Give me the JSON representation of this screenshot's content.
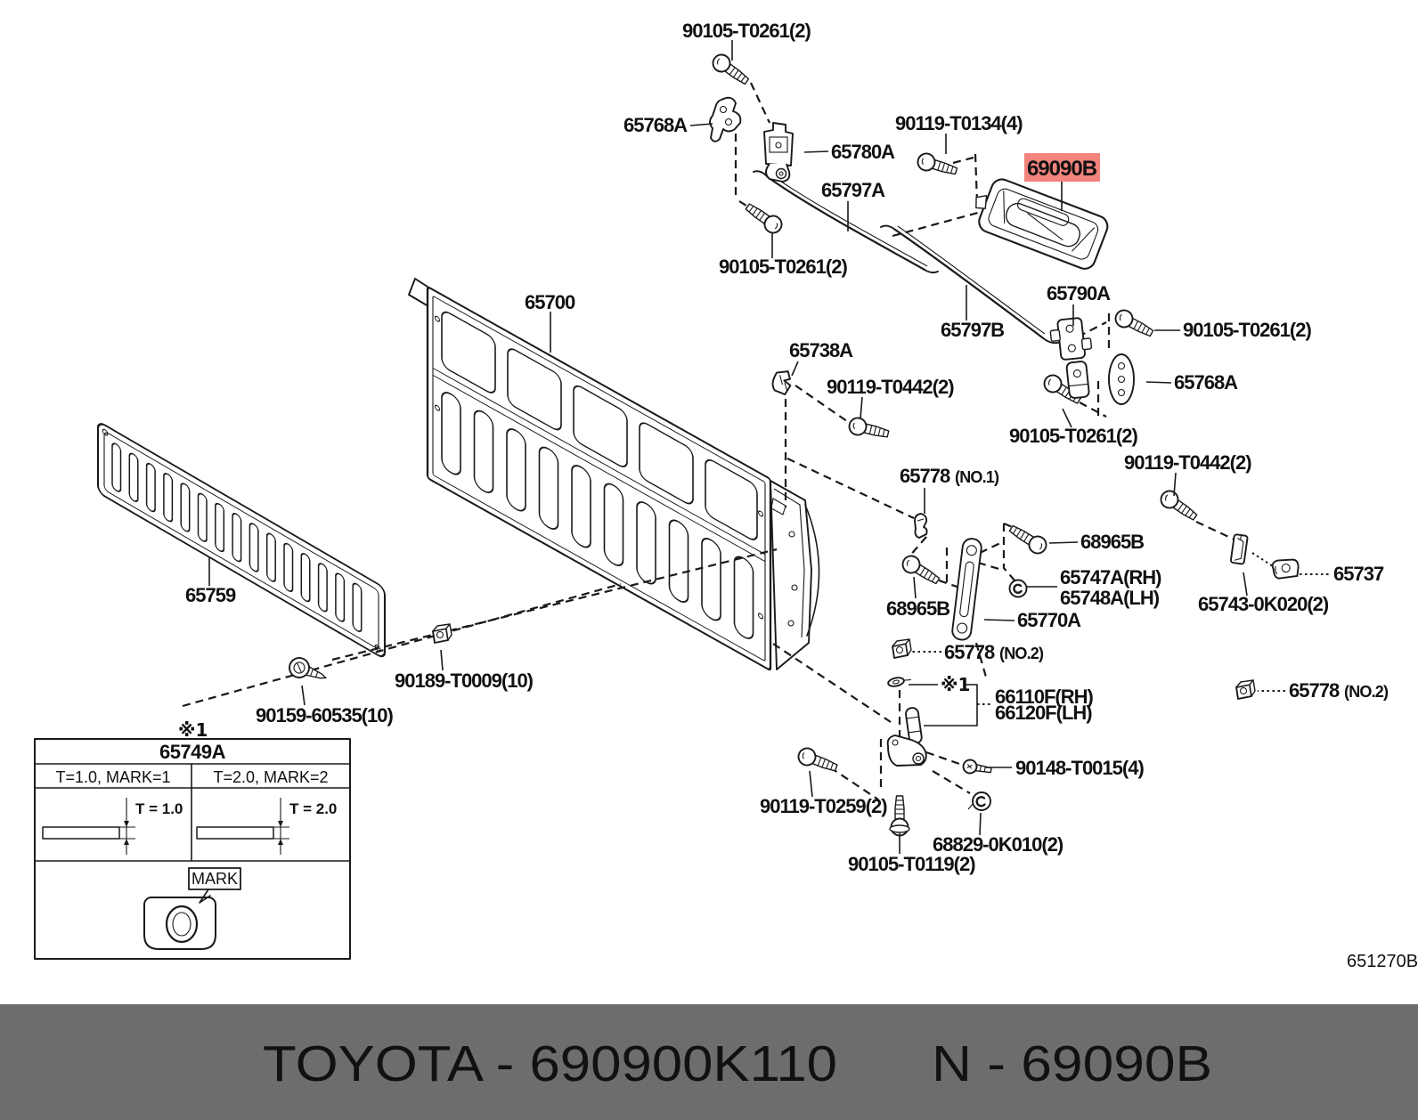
{
  "highlight": {
    "bg": "#f2837d",
    "fg": "#601410"
  },
  "footer": {
    "bg": "#6d6d6d",
    "fg": "#ffffff",
    "left": "TOYOTA - 690900K110",
    "right": "N - 69090B"
  },
  "diagram_code": "651270B",
  "labels": {
    "screw_top": "90105-T0261(2)",
    "hinge_upper_left": "65768A",
    "latch_upper": "65780A",
    "screw_t0134": "90119-T0134(4)",
    "handle_highlight": "69090B",
    "rod_a": "65797A",
    "screw_mid": "90105-T0261(2)",
    "tailgate_panel": "65700",
    "hinge_right": "65790A",
    "rod_b": "65797B",
    "screw_right_top": "90105-T0261(2)",
    "clamp": "65738A",
    "screw_t0442_mid": "90119-T0442(2)",
    "hinge_right_oval": "65768A",
    "screw_right_mid": "90105-T0261(2)",
    "screw_t0442_right": "90119-T0442(2)",
    "stopper_no1_main": "65778",
    "stopper_no1_suffix": "(NO.1)",
    "bolt_right": "68965B",
    "grommet_rh": "65747A(RH)",
    "grommet_lh": "65748A(LH)",
    "bracket_far_right": "65737",
    "clip_0k020": "65743-0K020(2)",
    "bolt_left": "68965B",
    "strut": "65770A",
    "stopper_no2_left_main": "65778",
    "stopper_no2_left_suffix": "(NO.2)",
    "stopper_no2_right_main": "65778",
    "stopper_no2_right_suffix": "(NO.2)",
    "access_panel": "65759",
    "clip_t0009": "90189-T0009(10)",
    "screw_60535": "90159-60535(10)",
    "ref_mark_table": "※1",
    "ref_mark_hinge": "※1",
    "hinge_rh": "66110F(RH)",
    "hinge_lh": "66120F(LH)",
    "screw_t0015": "90148-T0015(4)",
    "screw_t0259": "90119-T0259(2)",
    "grommet_0k010": "68829-0K010(2)",
    "bolt_t0119": "90105-T0119(2)"
  },
  "table": {
    "part": "65749A",
    "col1": "T=1.0, MARK=1",
    "col2": "T=2.0, MARK=2",
    "t1": "T = 1.0",
    "t2": "T = 2.0",
    "mark": "MARK"
  }
}
